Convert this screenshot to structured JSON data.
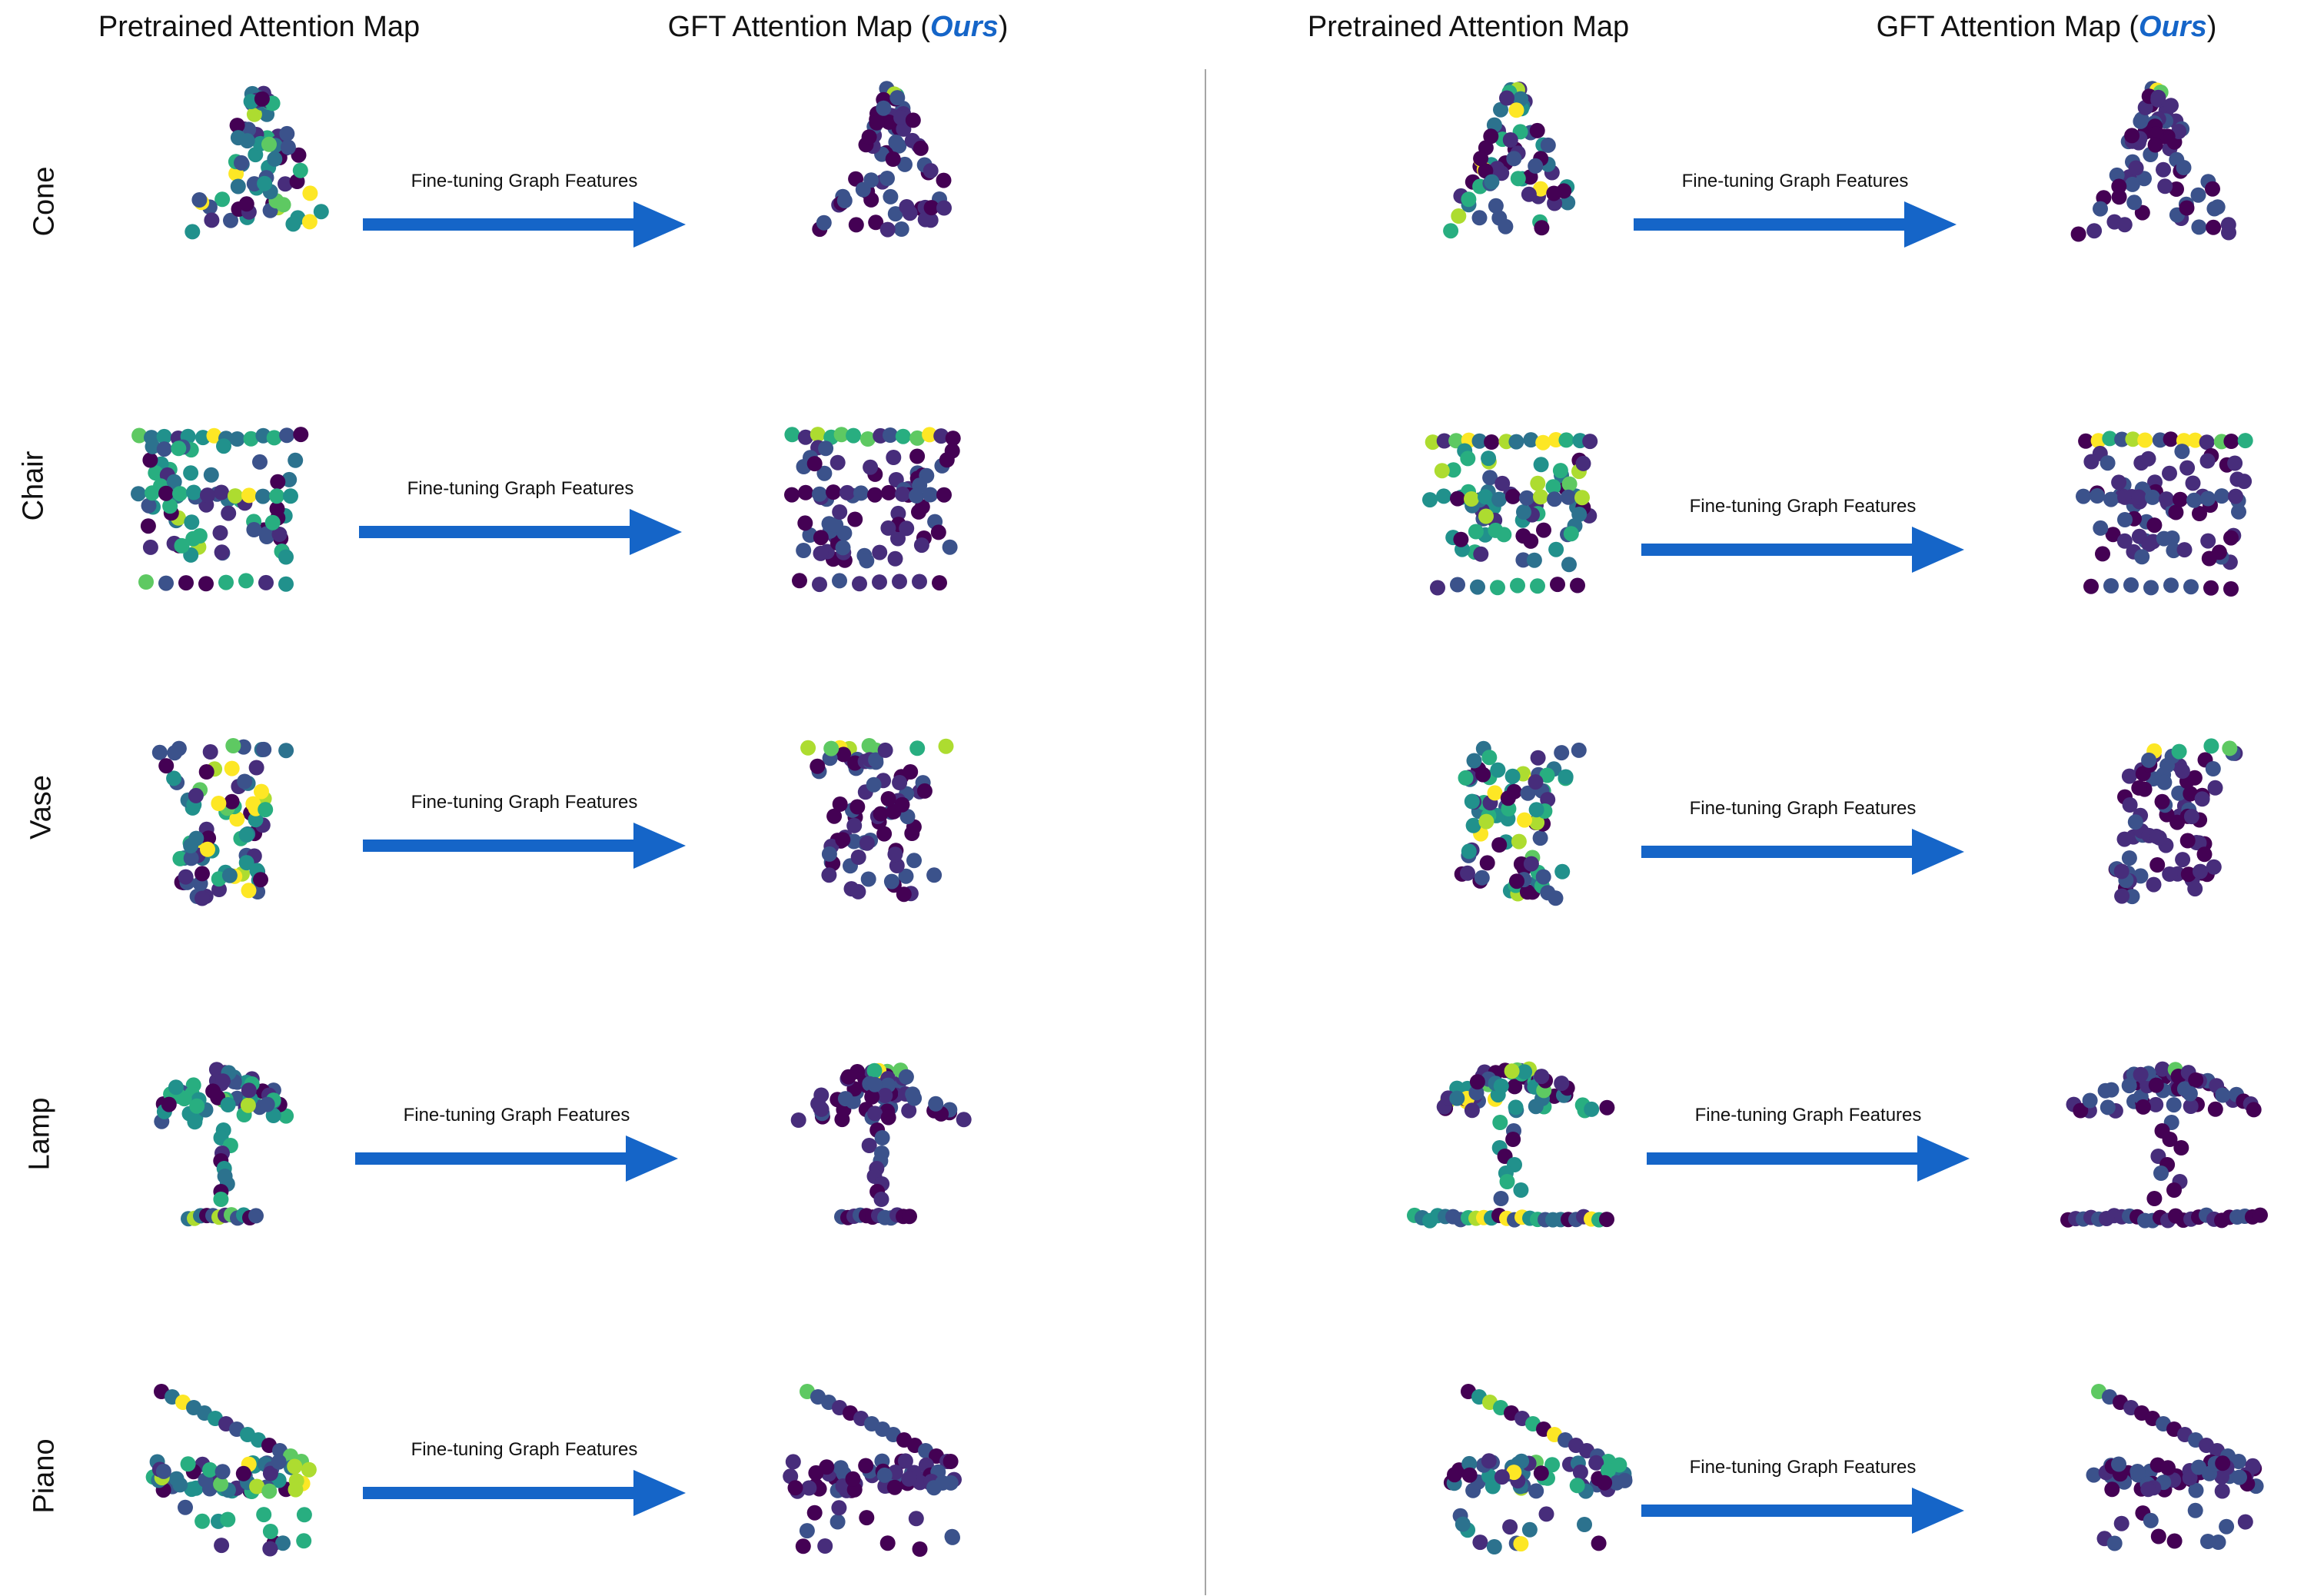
{
  "headers": {
    "pretrained": "Pretrained Attention Map",
    "gft_prefix": "GFT Attention Map (",
    "gft_ours": "Ours",
    "gft_suffix": ")"
  },
  "arrow_caption": "Fine-tuning Graph Features",
  "row_labels": [
    "Cone",
    "Chair",
    "Vase",
    "Lamp",
    "Piano"
  ],
  "colors": {
    "arrow": "#1565c8",
    "ours": "#1565c8",
    "divider": "#a6a6a6",
    "viridis": [
      "#440154",
      "#472d7b",
      "#3b528b",
      "#2c728e",
      "#21918c",
      "#28ae80",
      "#5ec962",
      "#addc30",
      "#fde725"
    ]
  }
}
